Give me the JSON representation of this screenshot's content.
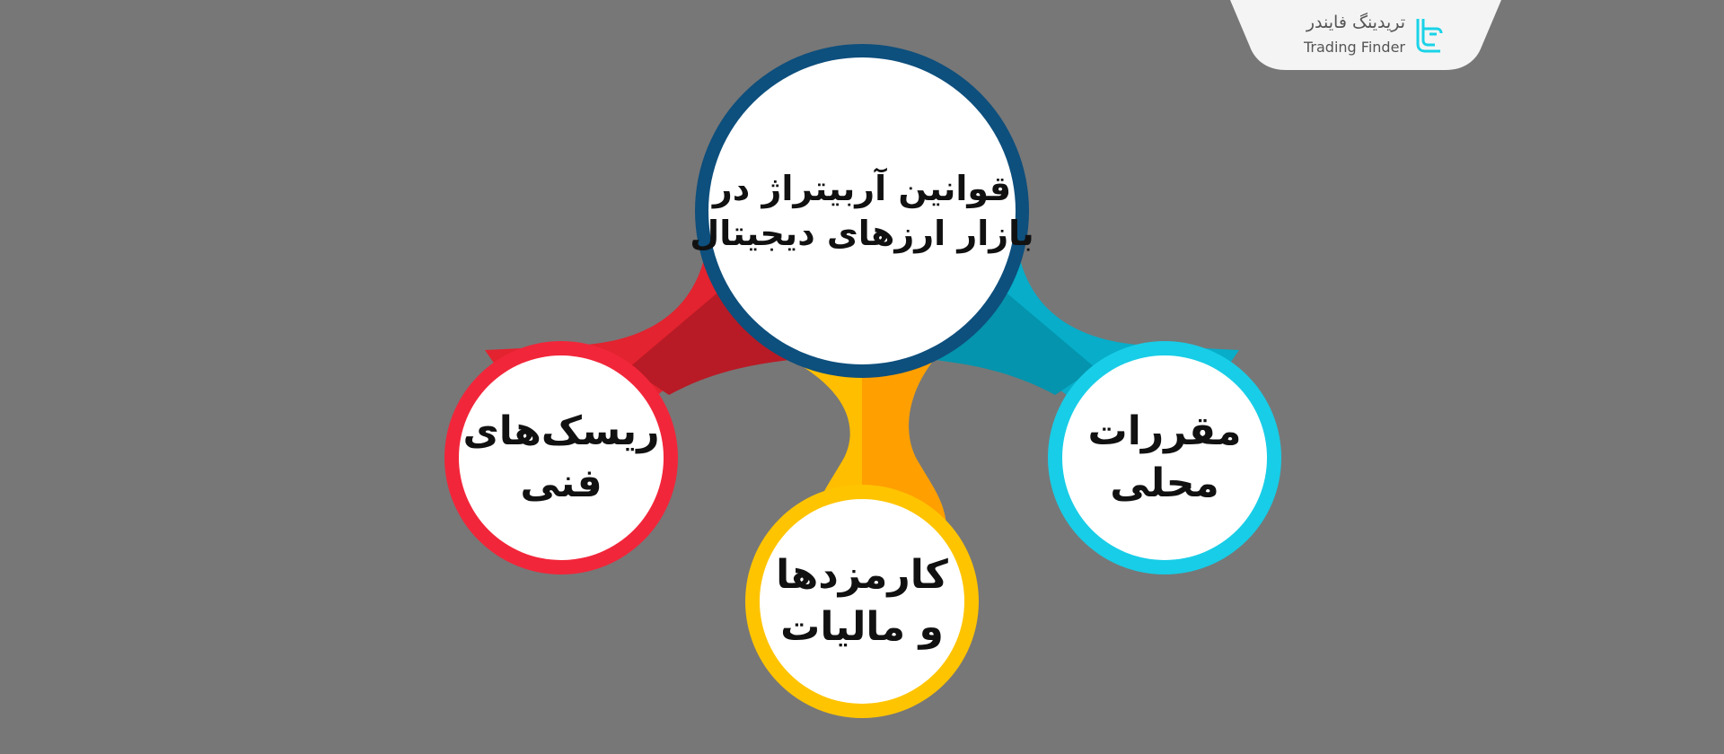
{
  "brand": {
    "name_fa": "تریدینگ فایندر",
    "name_en": "Trading Finder",
    "logo_icon": "trading-finder-logo-icon",
    "logo_color": "#19d3e8"
  },
  "diagram": {
    "center": {
      "lines": [
        "قوانین آربیتراژ در",
        "بازار ارزهای دیجیتال"
      ],
      "ring_color": "#0d4f7d"
    },
    "nodes": [
      {
        "id": "technical-risks",
        "lines": [
          "ریسک‌های",
          "فنی"
        ],
        "ring_color": "#f2263a",
        "connector_color": "#d81e2b"
      },
      {
        "id": "fees-taxes",
        "lines": [
          "کارمزدها",
          "و مالیات"
        ],
        "ring_color": "#ffc400",
        "connector_color": "#ffb300"
      },
      {
        "id": "local-regulations",
        "lines": [
          "مقررات",
          "محلی"
        ],
        "ring_color": "#18cde7",
        "connector_color": "#0aa8c2"
      }
    ]
  }
}
